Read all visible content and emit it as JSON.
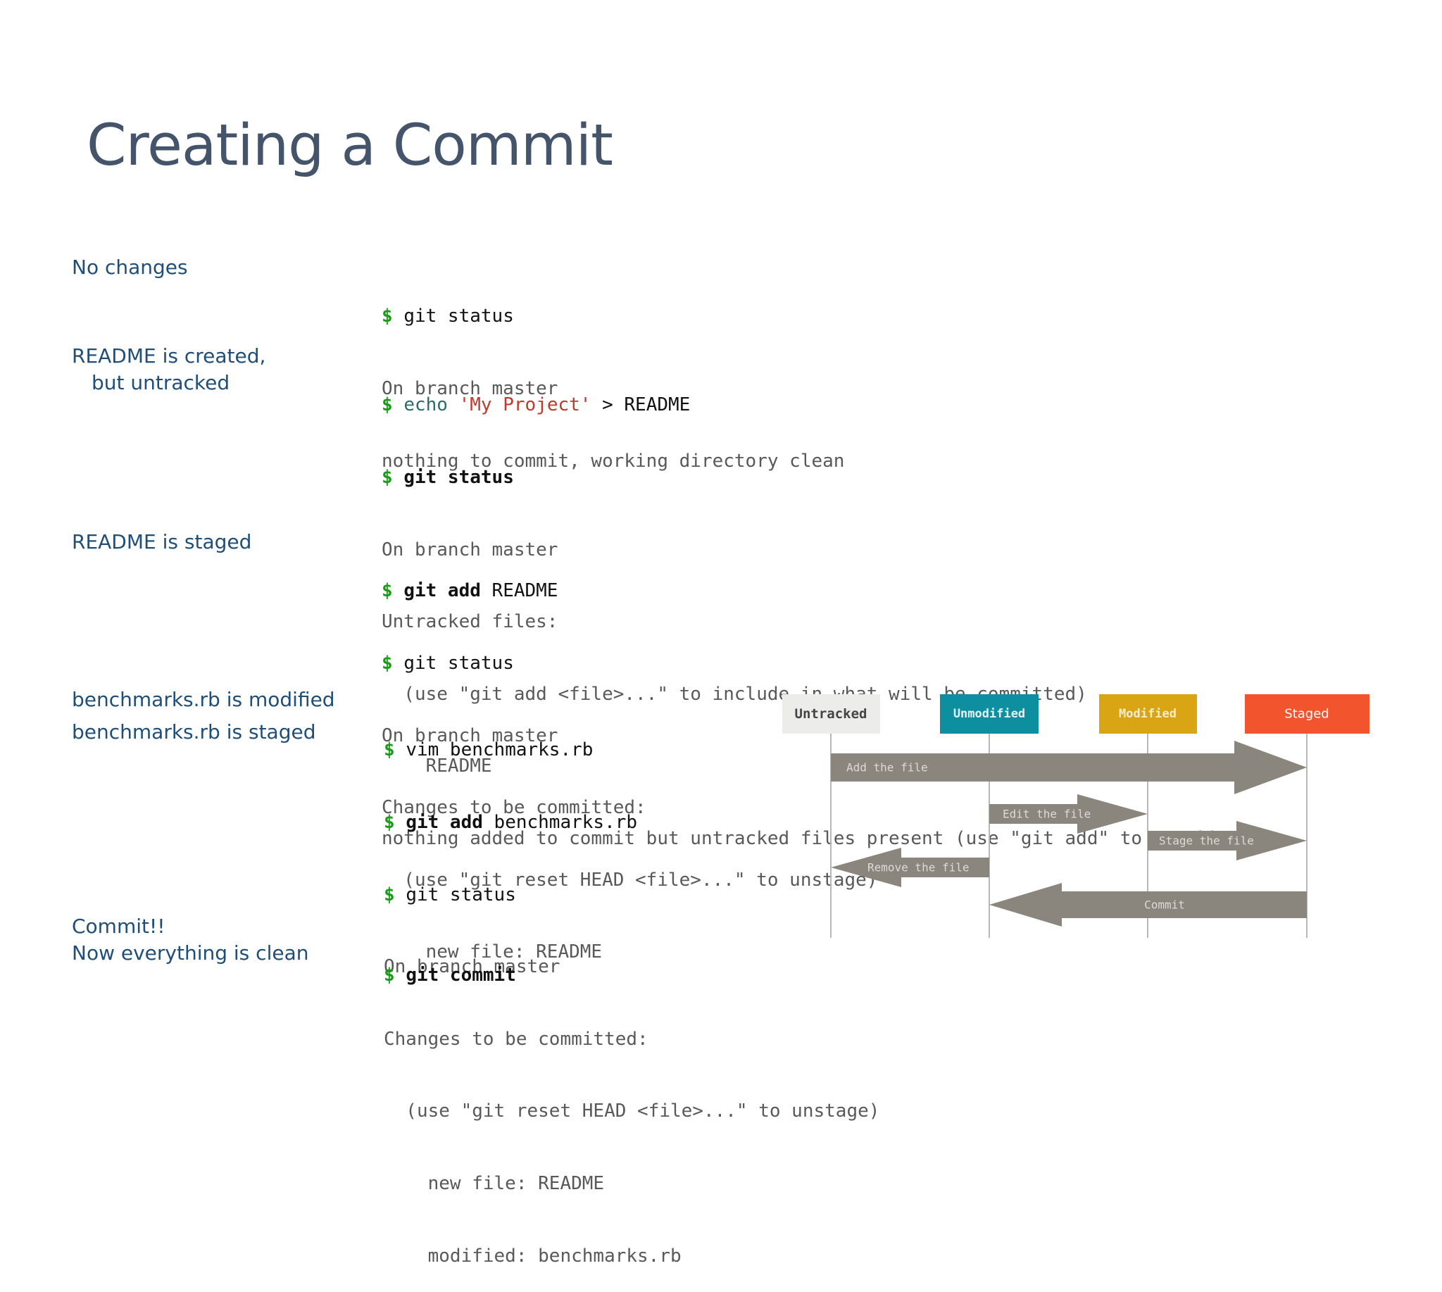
{
  "slide": {
    "title": "Creating a Commit"
  },
  "labels": {
    "no_changes": "No changes",
    "readme_created_1": "README is created,",
    "readme_created_2": "but untracked",
    "readme_staged": "README is staged",
    "bench_modified": "benchmarks.rb is modified",
    "bench_staged": "benchmarks.rb is staged",
    "commit_1": "Commit!!",
    "commit_2": "Now everything is clean"
  },
  "code": {
    "prompt": "$",
    "b1": {
      "cmd": "git status",
      "out1": "On branch master",
      "out2": "nothing to commit, working directory clean"
    },
    "b2": {
      "echo": "echo",
      "str": "'My Project'",
      "redirect": " > README",
      "cmd2": "git status",
      "out1": "On branch master",
      "out2": "Untracked files:",
      "out3": "  (use \"git add <file>...\" to include in what will be committed)",
      "out4": "    README",
      "out5": "nothing added to commit but untracked files present (use \"git add\" to track)"
    },
    "b3": {
      "cmd1": "git add",
      "arg1": " README",
      "cmd2": "git status",
      "out1": "On branch master",
      "out2": "Changes to be committed:",
      "out3": "  (use \"git reset HEAD <file>...\" to unstage)",
      "out4": "    new file: README"
    },
    "b4": {
      "cmd1": "vim benchmarks.rb",
      "cmd2": "git add",
      "arg2": " benchmarks.rb",
      "cmd3": "git status",
      "out1": "On branch master",
      "out2": "Changes to be committed:",
      "out3": "  (use \"git reset HEAD <file>...\" to unstage)",
      "out4": "    new file: README",
      "out5": "    modified: benchmarks.rb"
    },
    "b5": {
      "cmd": "git commit"
    }
  },
  "diagram": {
    "states": [
      {
        "label": "Untracked",
        "color": "#ecedea",
        "text_color": "#444444"
      },
      {
        "label": "Unmodified",
        "color": "#0e8fa0",
        "text_color": "#e6f4f6"
      },
      {
        "label": "Modified",
        "color": "#d9a514",
        "text_color": "#f6ecc8"
      },
      {
        "label": "Staged",
        "color": "#f2552e",
        "text_color": "#ffffff"
      }
    ],
    "arrow_color": "#8a857d",
    "arrow_text_color": "#dedbd6",
    "arrows": {
      "add": "Add the file",
      "edit": "Edit the file",
      "stage": "Stage the file",
      "remove": "Remove the file",
      "commit": "Commit"
    }
  }
}
